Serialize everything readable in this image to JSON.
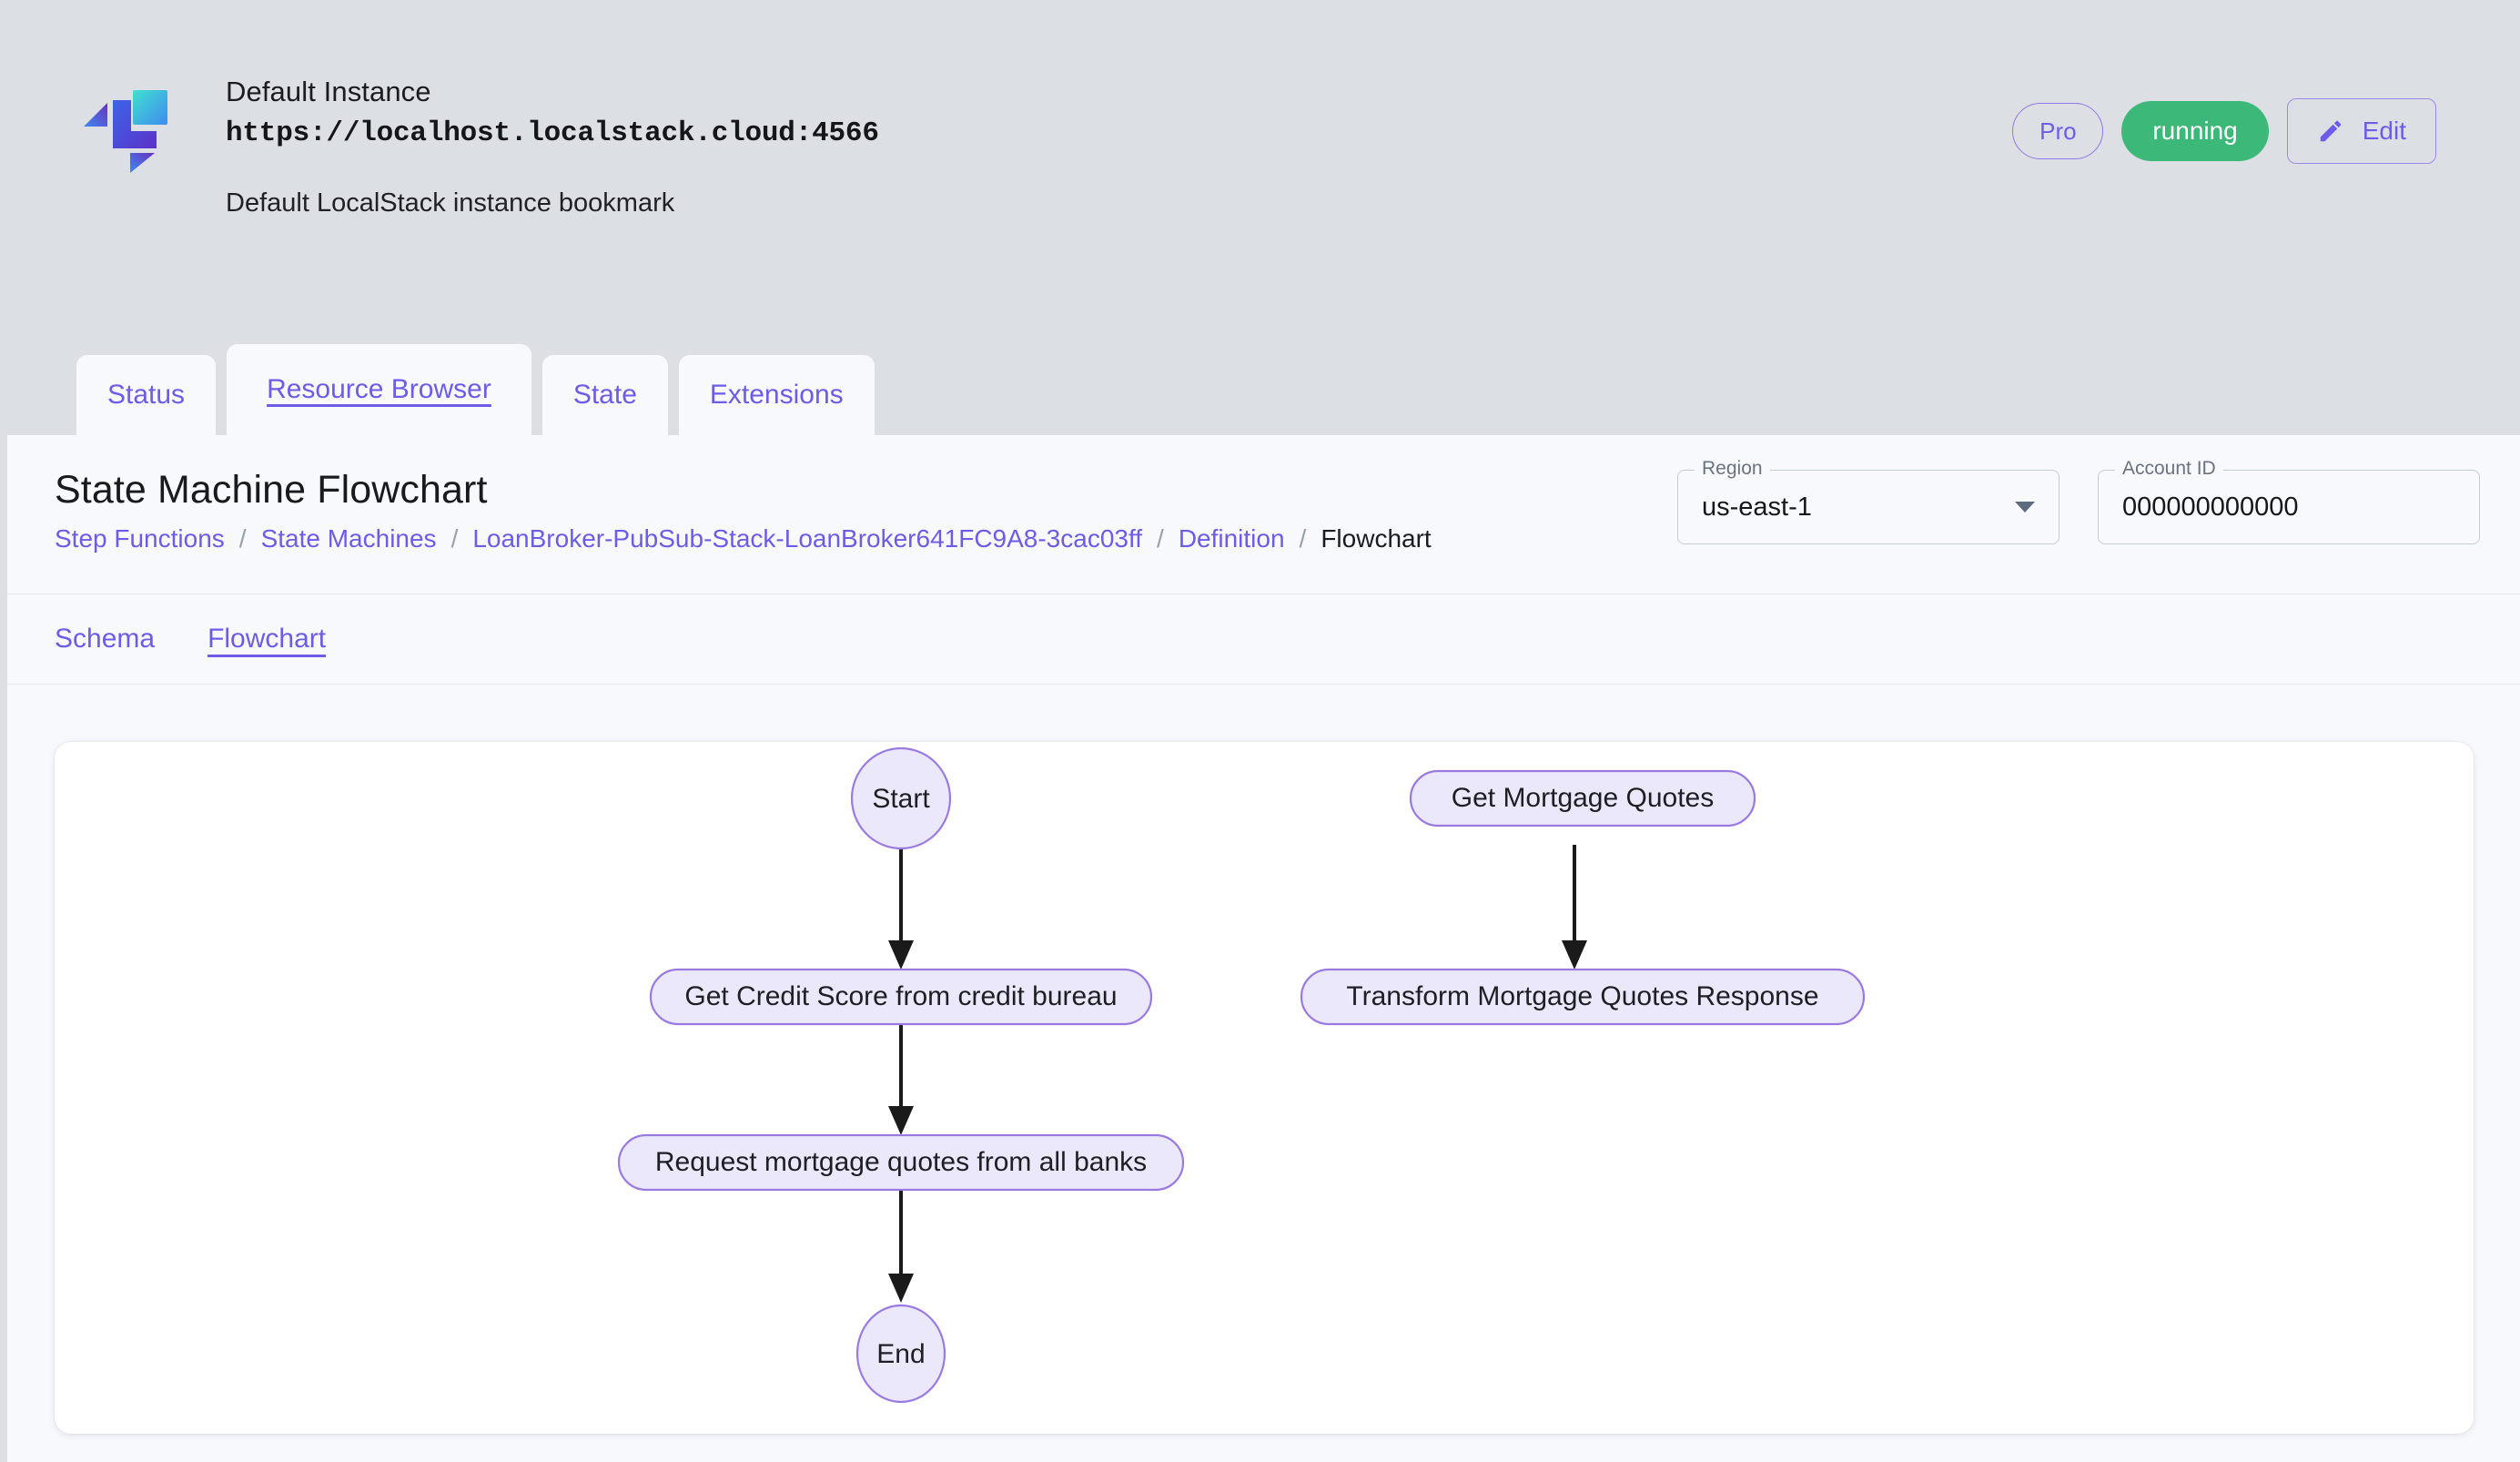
{
  "instance": {
    "logo_icon": "localstack-logo",
    "name": "Default Instance",
    "url": "https://localhost.localstack.cloud:4566",
    "description": "Default LocalStack instance bookmark",
    "pro_badge": "Pro",
    "status_badge": "running",
    "edit_label": "Edit",
    "edit_icon": "pencil-icon",
    "status_color": "#3cb878",
    "accent_color": "#6c5ce7"
  },
  "tabs": [
    {
      "label": "Status",
      "active": false
    },
    {
      "label": "Resource Browser",
      "active": true
    },
    {
      "label": "State",
      "active": false
    },
    {
      "label": "Extensions",
      "active": false
    }
  ],
  "main": {
    "title": "State Machine Flowchart",
    "breadcrumb": [
      {
        "label": "Step Functions",
        "current": false
      },
      {
        "label": "State Machines",
        "current": false
      },
      {
        "label": "LoanBroker-PubSub-Stack-LoanBroker641FC9A8-3cac03ff",
        "current": false
      },
      {
        "label": "Definition",
        "current": false
      },
      {
        "label": "Flowchart",
        "current": true
      }
    ],
    "breadcrumb_separator": "/",
    "region": {
      "legend": "Region",
      "value": "us-east-1",
      "icon": "chevron-down-icon"
    },
    "account": {
      "legend": "Account ID",
      "value": "000000000000"
    },
    "subtabs": [
      {
        "label": "Schema",
        "active": false
      },
      {
        "label": "Flowchart",
        "active": true
      }
    ]
  },
  "flowchart": {
    "node_fill": "#ece8fb",
    "node_stroke": "#9a7ae0",
    "edge_color": "#1a1a1a",
    "nodes": [
      {
        "id": "start",
        "label": "Start",
        "shape": "ellipse"
      },
      {
        "id": "credit",
        "label": "Get Credit Score from credit bureau",
        "shape": "stadium"
      },
      {
        "id": "request",
        "label": "Request mortgage quotes from all banks",
        "shape": "stadium"
      },
      {
        "id": "end",
        "label": "End",
        "shape": "ellipse"
      },
      {
        "id": "quotes",
        "label": "Get Mortgage Quotes",
        "shape": "stadium"
      },
      {
        "id": "transform",
        "label": "Transform Mortgage Quotes Response",
        "shape": "stadium"
      }
    ],
    "edges": [
      {
        "from": "start",
        "to": "credit"
      },
      {
        "from": "credit",
        "to": "request"
      },
      {
        "from": "request",
        "to": "end"
      },
      {
        "from": "quotes",
        "to": "transform"
      }
    ]
  }
}
